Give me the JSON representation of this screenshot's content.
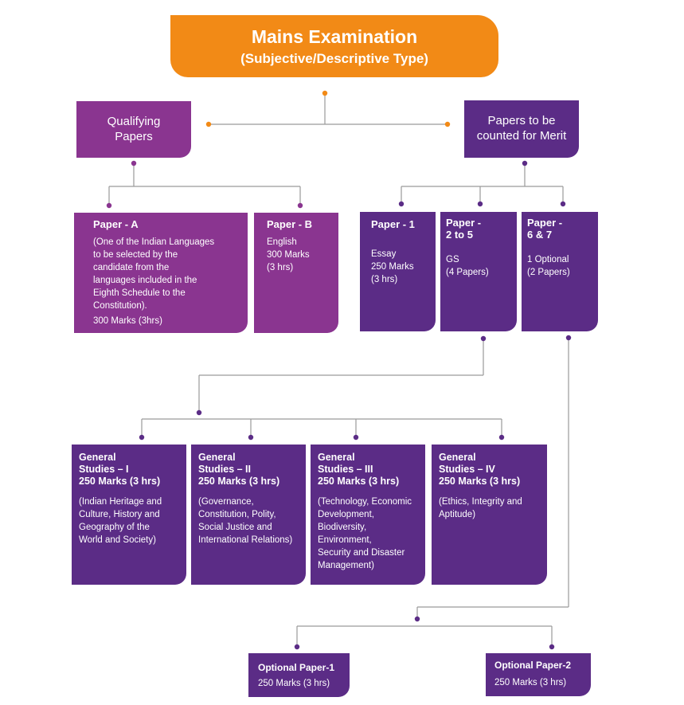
{
  "title": {
    "main": "Mains Examination",
    "sub": "(Subjective/Descriptive Type)"
  },
  "qualifying": {
    "label_line1": "Qualifying",
    "label_line2": "Papers",
    "paper_a": {
      "heading": "Paper - A",
      "desc_lines": [
        "(One of the Indian Languages",
        "to be selected by the",
        "candidate from the",
        "languages included in the",
        "Eighth Schedule to the",
        "Constitution)."
      ],
      "marks": "300 Marks (3hrs)"
    },
    "paper_b": {
      "heading": "Paper - B",
      "lines": [
        "English",
        "300 Marks",
        "(3 hrs)"
      ]
    }
  },
  "merit": {
    "label_line1": "Papers to be",
    "label_line2": "counted for Merit",
    "paper_1": {
      "heading_lines": [
        "Paper - 1"
      ],
      "lines": [
        "Essay",
        "250 Marks",
        "(3 hrs)"
      ]
    },
    "paper_2_5": {
      "heading_lines": [
        "Paper -",
        "2 to 5"
      ],
      "lines": [
        "GS",
        "(4 Papers)"
      ]
    },
    "paper_6_7": {
      "heading_lines": [
        "Paper -",
        "6 & 7"
      ],
      "lines": [
        "1 Optional",
        "(2 Papers)"
      ]
    }
  },
  "general_studies": [
    {
      "heading_lines": [
        "General",
        "Studies – I",
        "250 Marks  (3 hrs)"
      ],
      "desc_lines": [
        "(Indian Heritage and",
        "Culture, History and",
        "Geography of the",
        "World and Society)"
      ]
    },
    {
      "heading_lines": [
        "General",
        "Studies – II",
        "250 Marks  (3 hrs)"
      ],
      "desc_lines": [
        "(Governance,",
        "Constitution, Polity,",
        "Social Justice and",
        "International Relations)"
      ]
    },
    {
      "heading_lines": [
        "General",
        "Studies – III",
        "250 Marks  (3 hrs)"
      ],
      "desc_lines": [
        "(Technology, Economic",
        "Development,",
        "Biodiversity,",
        "Environment,",
        "Security and Disaster",
        "Management)"
      ]
    },
    {
      "heading_lines": [
        "General",
        "Studies – IV",
        "250 Marks  (3 hrs)"
      ],
      "desc_lines": [
        "(Ethics, Integrity and",
        "Aptitude)"
      ]
    }
  ],
  "optional": [
    {
      "heading": "Optional Paper-1",
      "marks": "250 Marks (3 hrs)"
    },
    {
      "heading": "Optional Paper-2",
      "marks": "250 Marks (3 hrs)"
    }
  ],
  "colors": {
    "orange": "#f28a16",
    "pink": "#8a3590",
    "purple": "#5b2c86",
    "connector": "#9a9a9a"
  }
}
